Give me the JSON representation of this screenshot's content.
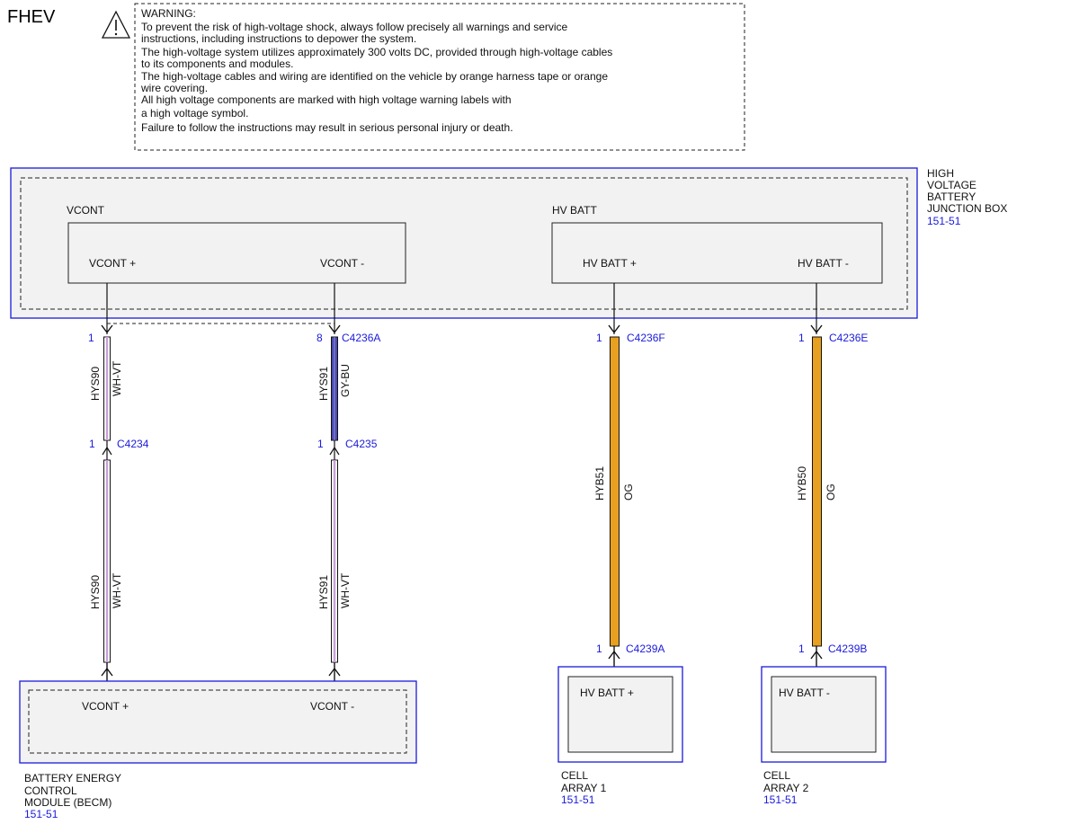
{
  "title": "FHEV",
  "warning": {
    "lines": [
      "WARNING:",
      "To prevent the risk of high-voltage shock, always follow precisely all warnings and service",
      "instructions, including instructions to depower the system.",
      "The high-voltage system utilizes approximately 300 volts DC, provided through high-voltage cables",
      "to its components and modules.",
      "The high-voltage cables and wiring are identified on the vehicle by orange harness tape or orange",
      "wire covering.",
      "All high voltage components are marked with high voltage warning labels with",
      "a high voltage symbol.",
      "Failure to follow the instructions may result in serious personal injury or death."
    ]
  },
  "junction_box": {
    "name_lines": [
      "HIGH",
      "VOLTAGE",
      "BATTERY",
      "JUNCTION BOX"
    ],
    "ref": "151-51",
    "vcont_group": "VCONT",
    "hvbatt_group": "HV BATT",
    "vcont_plus": "VCONT +",
    "vcont_minus": "VCONT -",
    "hvbatt_plus": "HV BATT +",
    "hvbatt_minus": "HV BATT -"
  },
  "connectors": {
    "w1_top_pin": "1",
    "w2_top_pin": "8",
    "w2_top_conn": "C4236A",
    "w3_top_pin": "1",
    "w3_top_conn": "C4236F",
    "w4_top_pin": "1",
    "w4_top_conn": "C4236E",
    "w1_mid_pin": "1",
    "w1_mid_conn": "C4234",
    "w2_mid_pin": "1",
    "w2_mid_conn": "C4235",
    "w3_bot_pin": "1",
    "w3_bot_conn": "C4239A",
    "w4_bot_pin": "1",
    "w4_bot_conn": "C4239B"
  },
  "wires": {
    "w1_upper_circuit": "HYS90",
    "w1_upper_color": "WH-VT",
    "w2_upper_circuit": "HYS91",
    "w2_upper_color": "GY-BU",
    "w1_lower_circuit": "HYS90",
    "w1_lower_color": "WH-VT",
    "w2_lower_circuit": "HYS91",
    "w2_lower_color": "WH-VT",
    "w3_circuit": "HYB51",
    "w3_color": "OG",
    "w4_circuit": "HYB50",
    "w4_color": "OG"
  },
  "becm": {
    "vcont_plus": "VCONT +",
    "vcont_minus": "VCONT -",
    "name_lines": [
      "BATTERY ENERGY",
      "CONTROL",
      "MODULE (BECM)"
    ],
    "ref": "151-51"
  },
  "cell1": {
    "pin_label": "HV BATT +",
    "name_lines": [
      "CELL",
      "ARRAY 1"
    ],
    "ref": "151-51"
  },
  "cell2": {
    "pin_label": "HV BATT -",
    "name_lines": [
      "CELL",
      "ARRAY 2"
    ],
    "ref": "151-51"
  },
  "colors": {
    "component_border": "#1a1adb",
    "ref_text": "#1a1adb",
    "wire_violet": "#c8a0d8",
    "wire_blue": "#4a4ab0",
    "wire_orange": "#e8a020"
  }
}
